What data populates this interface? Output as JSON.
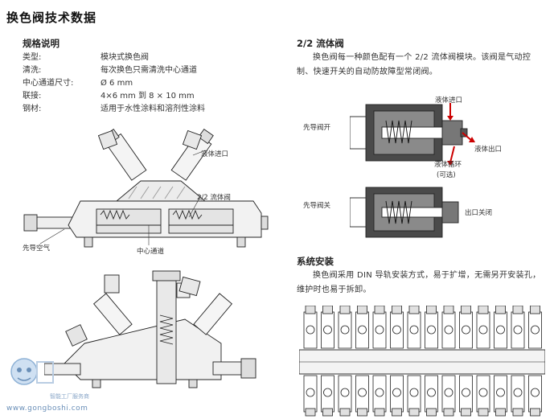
{
  "page": {
    "title": "换色阀技术数据"
  },
  "specs": {
    "heading": "规格说明",
    "rows": [
      {
        "label": "类型:",
        "value": "模块式换色阀"
      },
      {
        "label": "清洗:",
        "value": "每次换色只需清洗中心通道"
      },
      {
        "label": "中心通道尺寸:",
        "value": "Ø 6 mm"
      },
      {
        "label": "联接:",
        "value": "4×6 mm 到 8 × 10 mm"
      },
      {
        "label": "钢材:",
        "value": "适用于水性涂料和溶剂性涂料"
      }
    ]
  },
  "figure1": {
    "callouts": {
      "fluid_inlet": "液体进口",
      "flow_valve": "2/2 流体阀",
      "pilot_air": "先导空气",
      "center_channel": "中心通道"
    }
  },
  "flow_valve": {
    "heading": "2/2 流体阀",
    "description": "换色阀每一种颜色配有一个 2/2 流体阀模块。该阀是气动控制、快速开关的自动防故障型常闭阀。",
    "callouts": {
      "fluid_inlet": "液体进口",
      "pilot_open": "先导阀开",
      "fluid_outlet": "液体出口",
      "fluid_circulation": "液体循环",
      "optional": "(可选)",
      "pilot_close": "先导阀关",
      "outlet_closed": "出口关闭"
    }
  },
  "install": {
    "heading": "系统安装",
    "description": "换色阀采用 DIN 导轨安装方式，易于扩增，无需另开安装孔，维护时也易于拆卸。"
  },
  "watermark": {
    "logo_text": "智能工厂服务商",
    "url": "www.gongboshi.com"
  }
}
